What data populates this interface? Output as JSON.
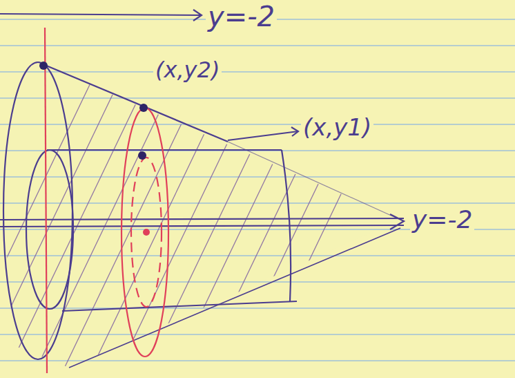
{
  "diagram": {
    "labels": [
      "y=-2",
      "(x,y2)",
      "(x,y1)",
      "y=-2"
    ]
  }
}
